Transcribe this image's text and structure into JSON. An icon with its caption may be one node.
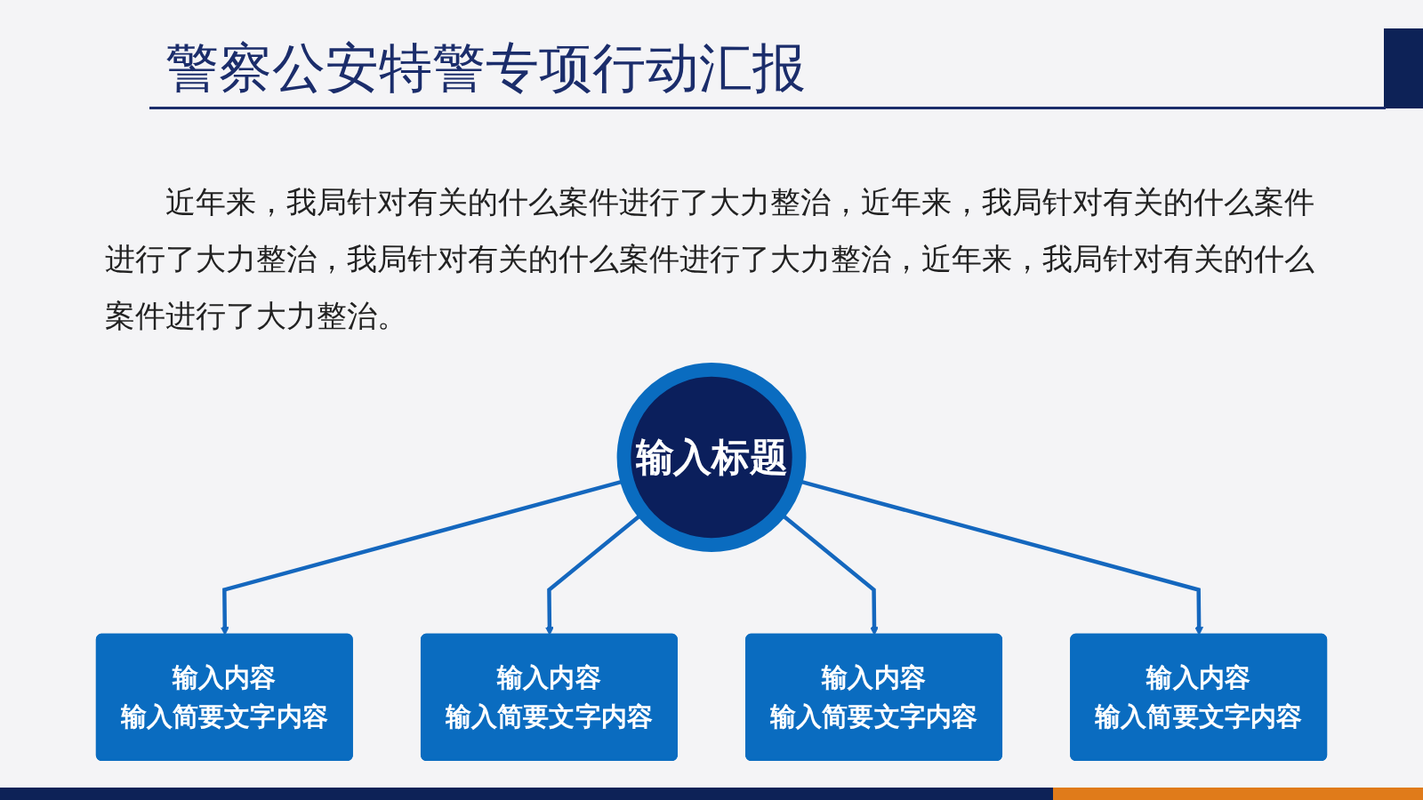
{
  "diagram": {
    "title": "警察公安特警专项行动汇报",
    "nodes": [
      {
        "text": [
          "输入内容",
          "输入简要文字内容"
        ]
      },
      {
        "text": [
          "输入内容",
          "输入简要文字内容"
        ]
      },
      {
        "text": [
          "输入标题"
        ]
      },
      {
        "text": [
          "输入内容",
          "输入简要文字内容"
        ]
      },
      {
        "text": [
          "输入内容",
          "输入简要文字内容"
        ]
      }
    ],
    "edges": [
      {
        "from": 2,
        "to": 0,
        "arrow": "to"
      },
      {
        "from": 2,
        "to": 1,
        "arrow": "to"
      },
      {
        "from": 2,
        "to": 3,
        "arrow": "to"
      },
      {
        "from": 2,
        "to": 4,
        "arrow": "to"
      }
    ],
    "labels": [
      "近年来，我局针对有关的什么案件进行了大力整治，近年来，我局针对有关的什么案件进行了大力整治，我局针对有关的什么案件进行了大力整治，近年来，我局针对有关的什么案件进行了大力整治。"
    ]
  }
}
